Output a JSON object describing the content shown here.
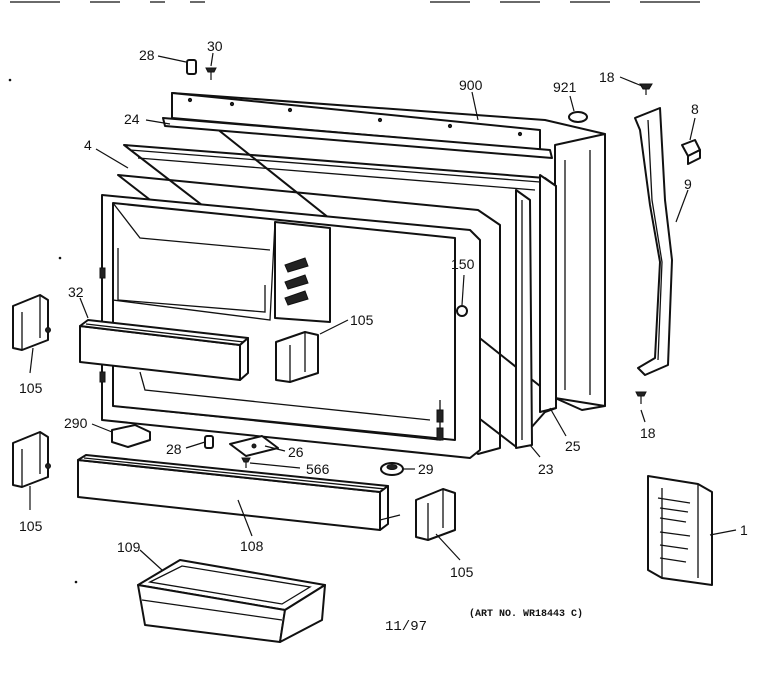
{
  "callouts": {
    "c28_top": "28",
    "c30": "30",
    "c900": "900",
    "c921": "921",
    "c18_top": "18",
    "c8": "8",
    "c24": "24",
    "c4": "4",
    "c9": "9",
    "c150": "150",
    "c32": "32",
    "c105_center": "105",
    "c105_left_upper": "105",
    "c290": "290",
    "c28_mid": "28",
    "c26": "26",
    "c566": "566",
    "c29": "29",
    "c25": "25",
    "c23": "23",
    "c18_bottom": "18",
    "c105_left_lower": "105",
    "c108": "108",
    "c105_bottom": "105",
    "c1": "1",
    "c109": "109"
  },
  "footer": {
    "date": "11/97",
    "art_number": "(ART NO. WR18443 C)"
  }
}
